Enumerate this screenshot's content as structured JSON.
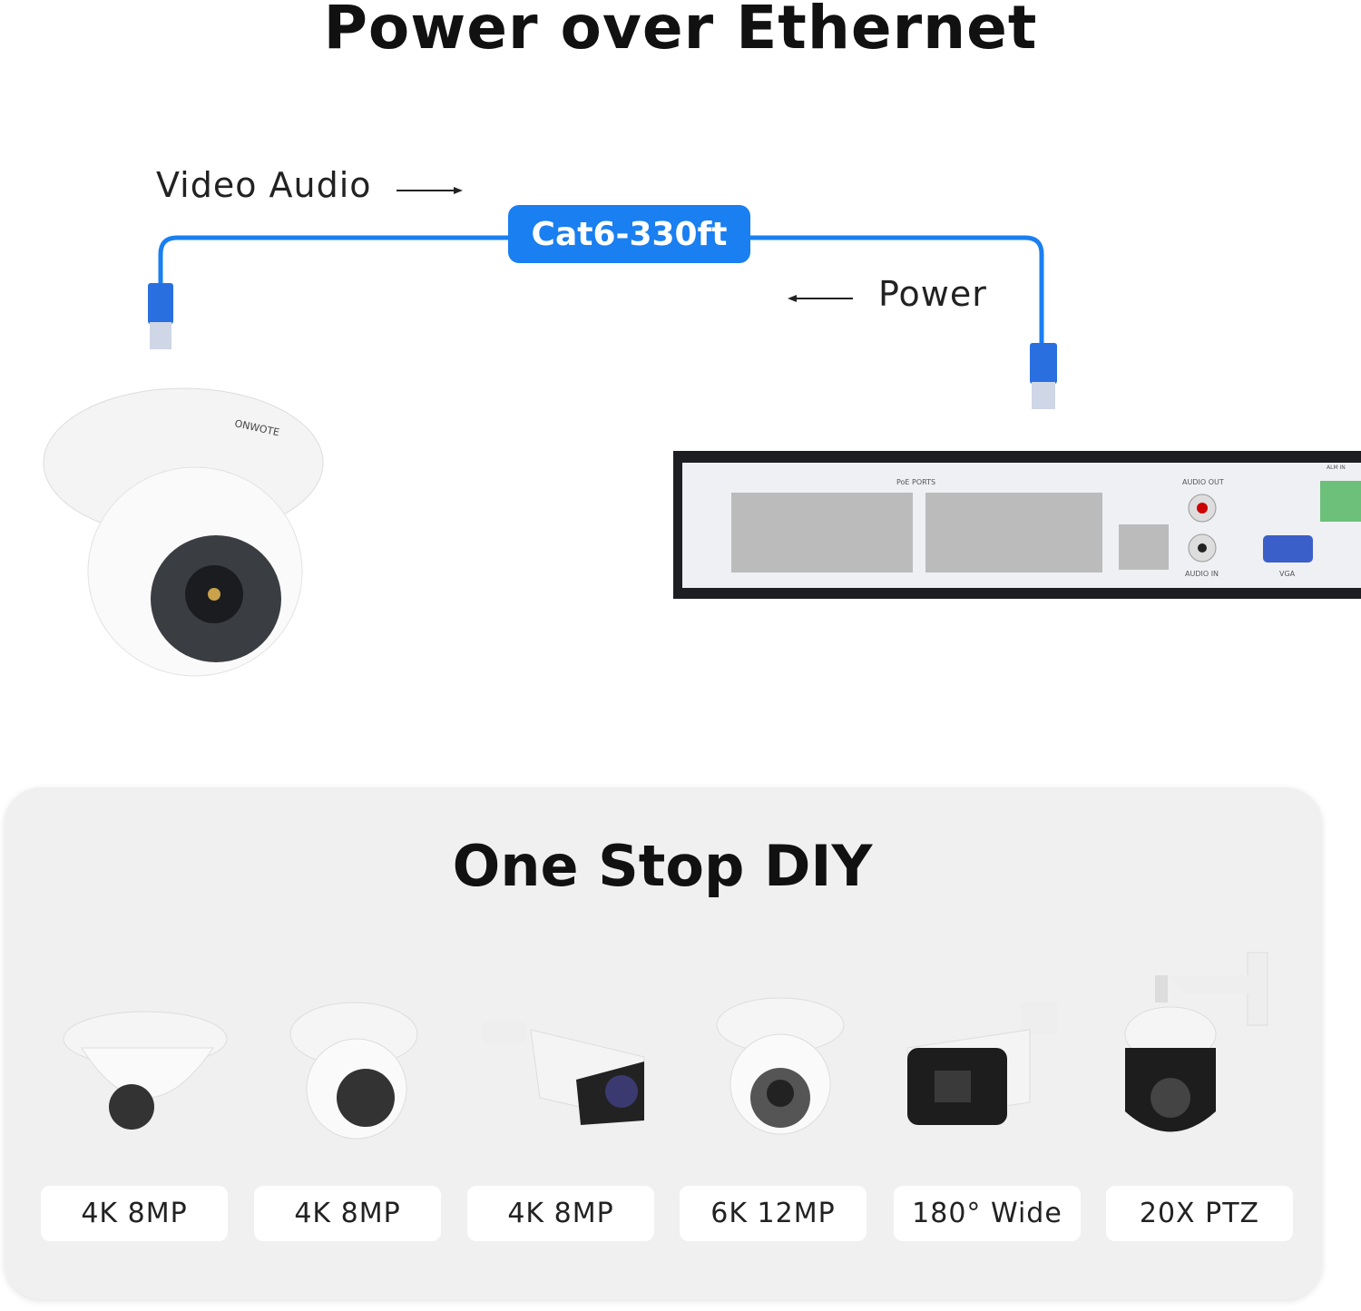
{
  "title": "Power over Ethernet",
  "diagram": {
    "video_audio": "Video Audio",
    "cable": "Cat6-330ft",
    "power": "Power",
    "cable_color": "#1a7ff0",
    "camera_brand": "ONWOTE",
    "nvr_labels": {
      "poe_ports": "PoE PORTS",
      "audio_out": "AUDIO OUT",
      "audio_in": "AUDIO IN",
      "vga": "VGA",
      "alm_in": "ALM IN"
    }
  },
  "lineup": {
    "title": "One Stop DIY",
    "items": [
      {
        "spec": "4K 8MP",
        "icon": "mini-dome-camera"
      },
      {
        "spec": "4K 8MP",
        "icon": "turret-camera"
      },
      {
        "spec": "4K 8MP",
        "icon": "bullet-camera"
      },
      {
        "spec": "6K 12MP",
        "icon": "turret-camera"
      },
      {
        "spec": "180° Wide",
        "icon": "dual-lens-bullet-camera"
      },
      {
        "spec": "20X PTZ",
        "icon": "ptz-camera"
      }
    ]
  }
}
